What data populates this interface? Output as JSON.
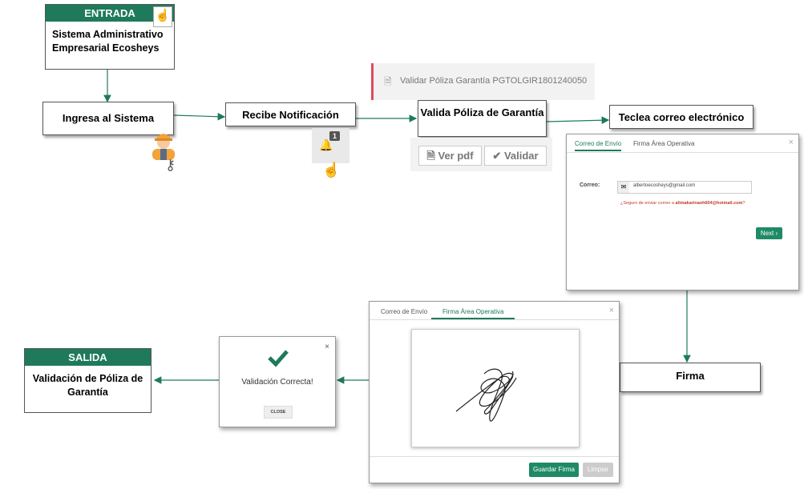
{
  "entrada": {
    "header": "ENTRADA",
    "body": "Sistema Administrativo Empresarial Ecosheys"
  },
  "steps": {
    "ingresa": "Ingresa al Sistema",
    "recibe": "Recibe Notificación",
    "valida": "Valida Póliza de Garantía",
    "teclea": "Teclea correo electrónico",
    "firma": "Firma"
  },
  "notification": {
    "badge": "1",
    "icon": "bell-icon"
  },
  "validar_bar": {
    "text": "Validar Póliza Garantía PGTOLGIR1801240050",
    "accent": "#e04b5a"
  },
  "validate_buttons": {
    "pdf": "Ver pdf",
    "validar": "Validar"
  },
  "email_modal": {
    "tabs": [
      "Correo de Envío",
      "Firma Área Operativa"
    ],
    "label": "Correo:",
    "value": "albertoecosheys@gmail.com",
    "confirm_prefix": "¿Seguro de enviar correo a ",
    "confirm_email": "alimakarinaoh604@hotmail.com",
    "confirm_suffix": "?",
    "next": "Next ›",
    "close": "×"
  },
  "signature_modal": {
    "tabs": [
      "Correo de Envío",
      "Firma Área Operativa"
    ],
    "save": "Guardar Firma",
    "clear": "Limpiar",
    "close": "×"
  },
  "success_modal": {
    "message": "Validación Correcta!",
    "close_btn": "CLOSE",
    "close": "×"
  },
  "salida": {
    "header": "SALIDA",
    "body": "Validación de Póliza de Garantía"
  },
  "colors": {
    "primary": "#1e7a5a",
    "accent_red": "#e04b5a"
  }
}
